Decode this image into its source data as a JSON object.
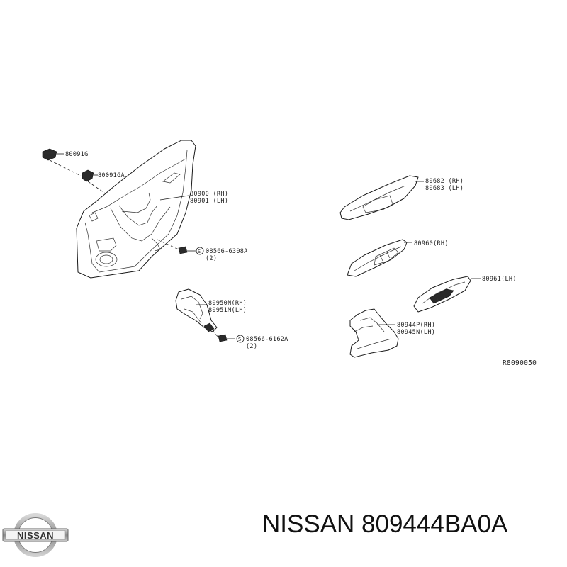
{
  "diagram": {
    "reference_code": "R8090050",
    "callouts": [
      {
        "id": "80091g",
        "line1": "80091G",
        "line2": ""
      },
      {
        "id": "80091ga",
        "line1": "80091GA",
        "line2": ""
      },
      {
        "id": "80900",
        "line1": "80900 (RH)",
        "line2": "80901 (LH)"
      },
      {
        "id": "08566-6308a",
        "line1": "08566-6308A",
        "line2": "(2)"
      },
      {
        "id": "80950n",
        "line1": "80950N(RH)",
        "line2": "80951M(LH)"
      },
      {
        "id": "08566-6162a",
        "line1": "08566-6162A",
        "line2": "(2)"
      },
      {
        "id": "80682",
        "line1": "80682 (RH)",
        "line2": "80683 (LH)"
      },
      {
        "id": "80960",
        "line1": "80960(RH)",
        "line2": ""
      },
      {
        "id": "80961",
        "line1": "80961(LH)",
        "line2": ""
      },
      {
        "id": "80944p",
        "line1": "80944P(RH)",
        "line2": "80945N(LH)"
      }
    ],
    "screw_symbol": "S"
  },
  "footer": {
    "caption": "NISSAN 809444BA0A",
    "logo_text": "NISSAN"
  }
}
